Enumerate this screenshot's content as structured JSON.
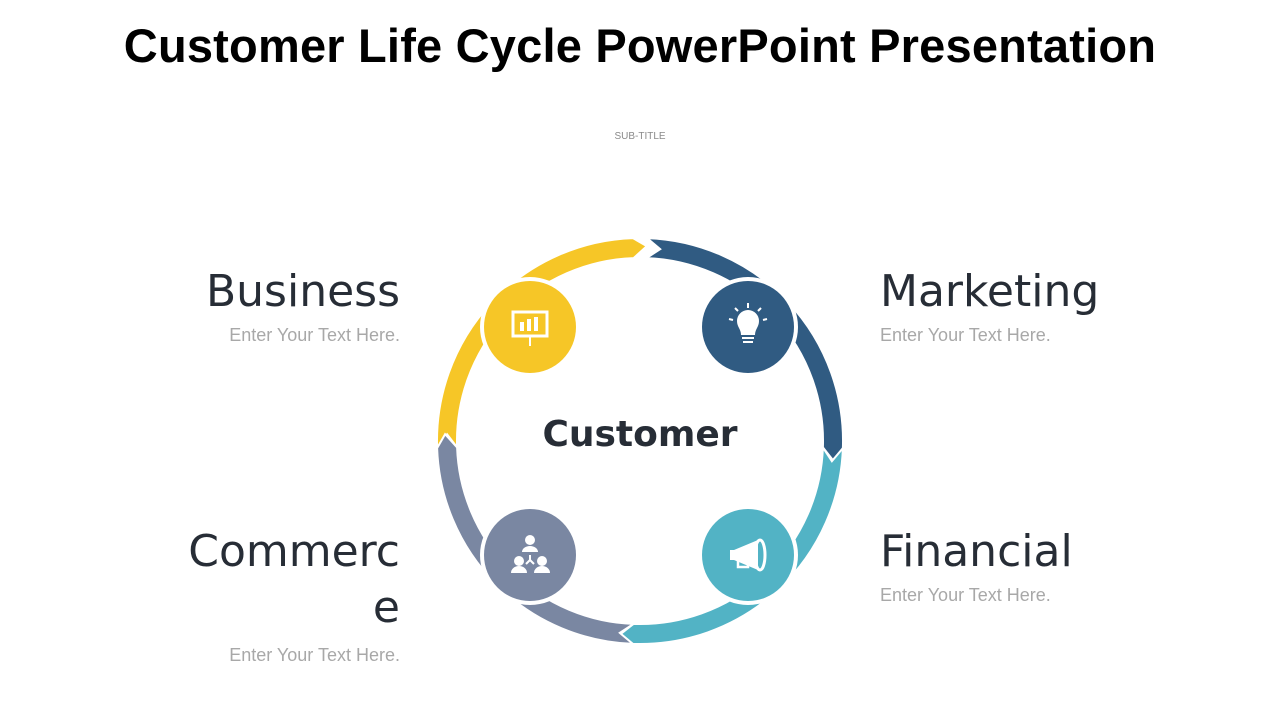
{
  "title": "Customer Life Cycle PowerPoint Presentation",
  "subtitle": "SUB-TITLE",
  "center_label": "Customer",
  "stages": [
    {
      "name": "Business",
      "description": "Enter Your Text Here.",
      "color": "#f6c627",
      "icon": "presentation-chart-icon"
    },
    {
      "name": "Marketing",
      "description": "Enter Your Text Here.",
      "color": "#305b82",
      "icon": "lightbulb-icon"
    },
    {
      "name": "Financial",
      "description": "Enter Your Text Here.",
      "color": "#52b3c5",
      "icon": "megaphone-icon"
    },
    {
      "name": "Commerce",
      "description": "Enter Your Text Here.",
      "color": "#7a87a2",
      "icon": "team-hierarchy-icon"
    }
  ]
}
